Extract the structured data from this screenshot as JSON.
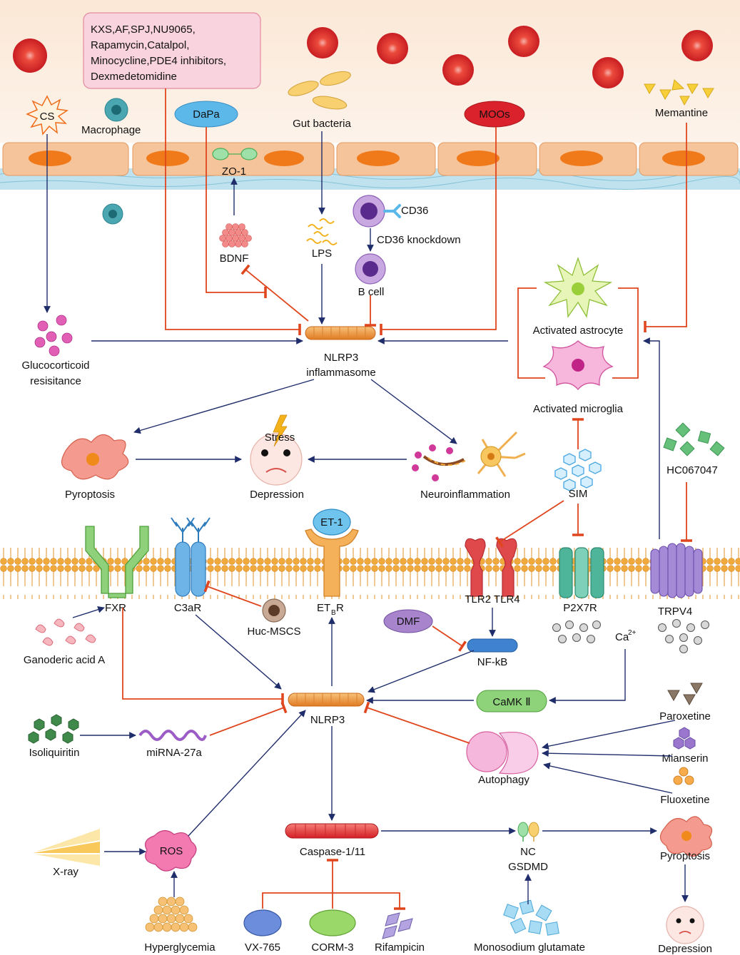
{
  "drug_box_lines": [
    "KXS,AF,SPJ,NU9065,",
    "Rapamycin,Catalpol,",
    "Minocycline,PDE4 inhibitors,",
    "Dexmedetomidine"
  ],
  "labels": {
    "cs": "CS",
    "macrophage": "Macrophage",
    "dapa": "DaPa",
    "gut_bacteria": "Gut bacteria",
    "moos": "MOOs",
    "memantine": "Memantine",
    "zo1": "ZO-1",
    "cd36": "CD36",
    "cd36_knockdown": "CD36 knockdown",
    "bdnf": "BDNF",
    "lps": "LPS",
    "b_cell": "B cell",
    "glucocorticoid_line1": "Glucocorticoid",
    "glucocorticoid_line2": "resisitance",
    "nlrp3_inflammasome_line1": "NLRP3",
    "nlrp3_inflammasome_line2": "inflammasome",
    "activated_astrocyte": "Activated astrocyte",
    "activated_microglia": "Activated microglia",
    "stress": "Stress",
    "pyroptosis_top": "Pyroptosis",
    "depression_top": "Depression",
    "neuroinflammation": "Neuroinflammation",
    "sim": "SIM",
    "hc067047": "HC067047",
    "et1": "ET-1",
    "fxr": "FXR",
    "c3ar": "C3aR",
    "etbr_main": "ET",
    "etbr_sub": "B",
    "etbr_end": "R",
    "tlr2_tlr4": "TLR2 TLR4",
    "p2x7r": "P2X7R",
    "trpv4": "TRPV4",
    "huc_mscs": "Huc-MSCS",
    "ganoderic_acid_a": "Ganoderic acid A",
    "dmf": "DMF",
    "nfkb": "NF-kB",
    "ca": "Ca",
    "ca_sup": "2+",
    "camk2": "CaMK Ⅱ",
    "nlrp3": "NLRP3",
    "isoliquiritin": "Isoliquiritin",
    "mirna27a": "miRNA-27a",
    "paroxetine": "Paroxetine",
    "mianserin": "Mianserin",
    "fluoxetine": "Fluoxetine",
    "autophagy": "Autophagy",
    "xray": "X-ray",
    "ros": "ROS",
    "caspase": "Caspase-1/11",
    "nc": "NC",
    "gsdmd": "GSDMD",
    "pyroptosis_bottom": "Pyroptosis",
    "depression_bottom": "Depression",
    "hyperglycemia": "Hyperglycemia",
    "vx765": "VX-765",
    "corm3": "CORM-3",
    "rifampicin": "Rifampicin",
    "monosodium_glutamate": "Monosodium glutamate"
  },
  "colors": {
    "activation_arrow": "#1f2d6b",
    "inhibition_line": "#e0461e",
    "endothelial_cell": "#f6c49a",
    "nucleus": "#f07a1a",
    "membrane_head": "#f2a93b",
    "inflammasome": "#f0a04b",
    "drug_box": "#f9d3dd",
    "red_blood_cell": "#d8242a"
  }
}
